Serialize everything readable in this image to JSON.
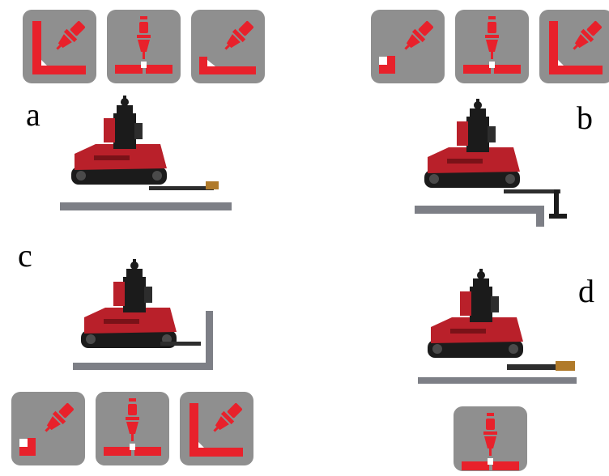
{
  "panels": [
    {
      "label": "a",
      "icons": [
        "inside-corner-fillet",
        "flat-butt",
        "outside-corner"
      ]
    },
    {
      "label": "b",
      "icons": [
        "step-lap",
        "flat-butt",
        "inside-corner-fillet"
      ]
    },
    {
      "label": "c",
      "icons": [
        "step-lap",
        "flat-butt",
        "inside-corner-fillet"
      ]
    },
    {
      "label": "d",
      "icons": [
        "flat-butt"
      ]
    }
  ],
  "colors": {
    "tile": "#8f8f8f",
    "weld_red": "#e8212b",
    "seam_white": "#ffffff",
    "robot_red": "#b9202a",
    "robot_black": "#1b1b1b",
    "rail": "#7d7f86"
  }
}
